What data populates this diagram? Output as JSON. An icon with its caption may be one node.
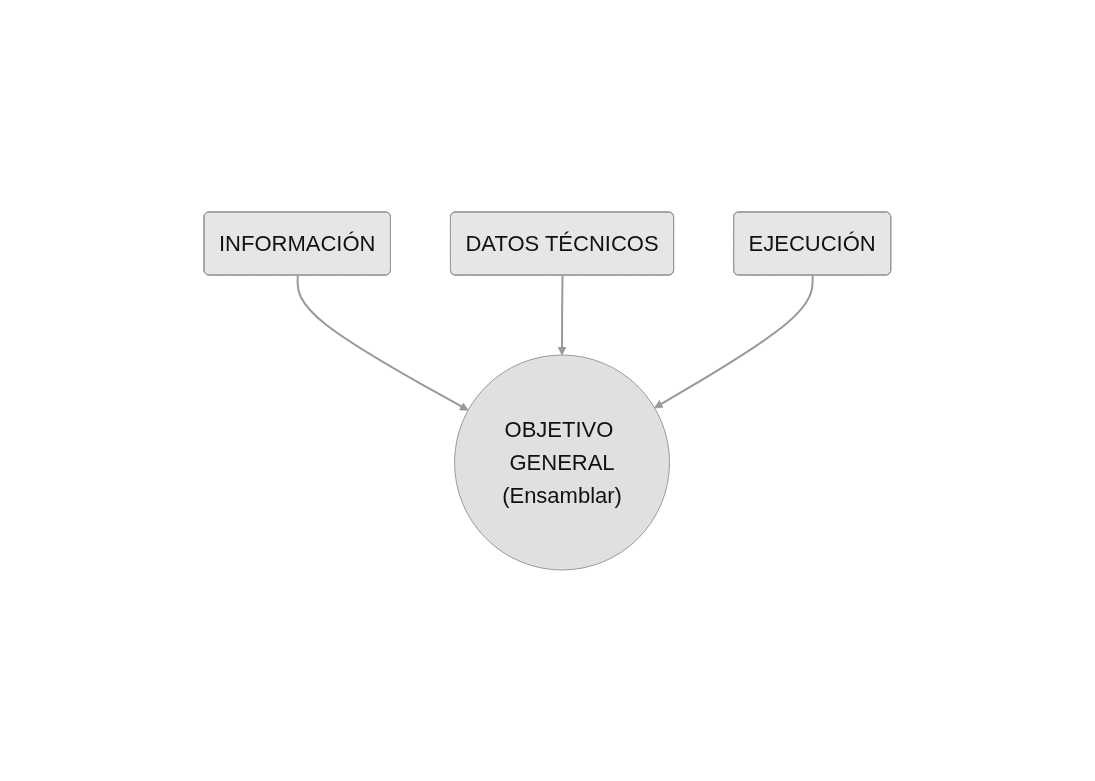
{
  "diagram": {
    "nodes": [
      {
        "text": [
          "DATOS TÉCNICOS"
        ]
      },
      {
        "text": [
          "INFORMACIÓN"
        ]
      },
      {
        "text": [
          "EJECUCIÓN"
        ]
      },
      {
        "text": [
          "OBJETIVO GENERAL",
          "(Ensamblar)"
        ]
      }
    ],
    "edges": [
      {
        "from": 1,
        "to": 3,
        "arrow": "to"
      },
      {
        "from": 0,
        "to": 3,
        "arrow": "to"
      },
      {
        "from": 2,
        "to": 3,
        "arrow": "to"
      }
    ]
  }
}
